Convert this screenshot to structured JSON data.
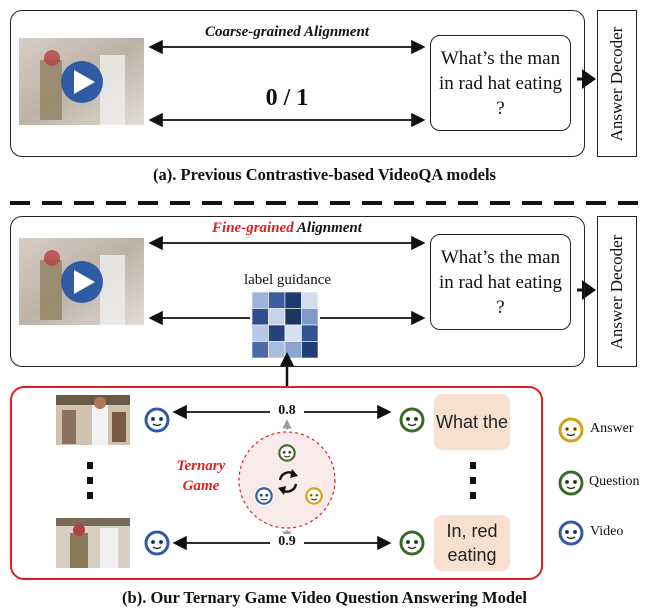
{
  "panel_a": {
    "label_top": "Coarse-grained Alignment",
    "label_bottom": "0 / 1",
    "question": "What’s the man in rad hat eating ?",
    "decoder": "Answer Decoder",
    "caption": "(a). Previous Contrastive-based VideoQA models"
  },
  "panel_b": {
    "label_highlight": "Fine-grained",
    "label_rest": " Alignment",
    "guidance": "label guidance",
    "question": "What’s the man in rad hat eating ?",
    "decoder": "Answer Decoder",
    "highlight_color": "#e02020"
  },
  "game": {
    "title_line1": "Ternary",
    "title_line2": "Game",
    "score_top": "0.8",
    "score_bottom": "0.9",
    "chip_top": "What the",
    "chip_bottom": "In, red eating",
    "border_color": "#e02020"
  },
  "legend": {
    "answer": "Answer",
    "question": "Question",
    "video": "Video",
    "answer_color": "#d4a017",
    "question_color": "#3b6b2a",
    "video_color": "#2e5aa8"
  },
  "caption_b": "(b). Our Ternary Game Video Question Answering Model"
}
